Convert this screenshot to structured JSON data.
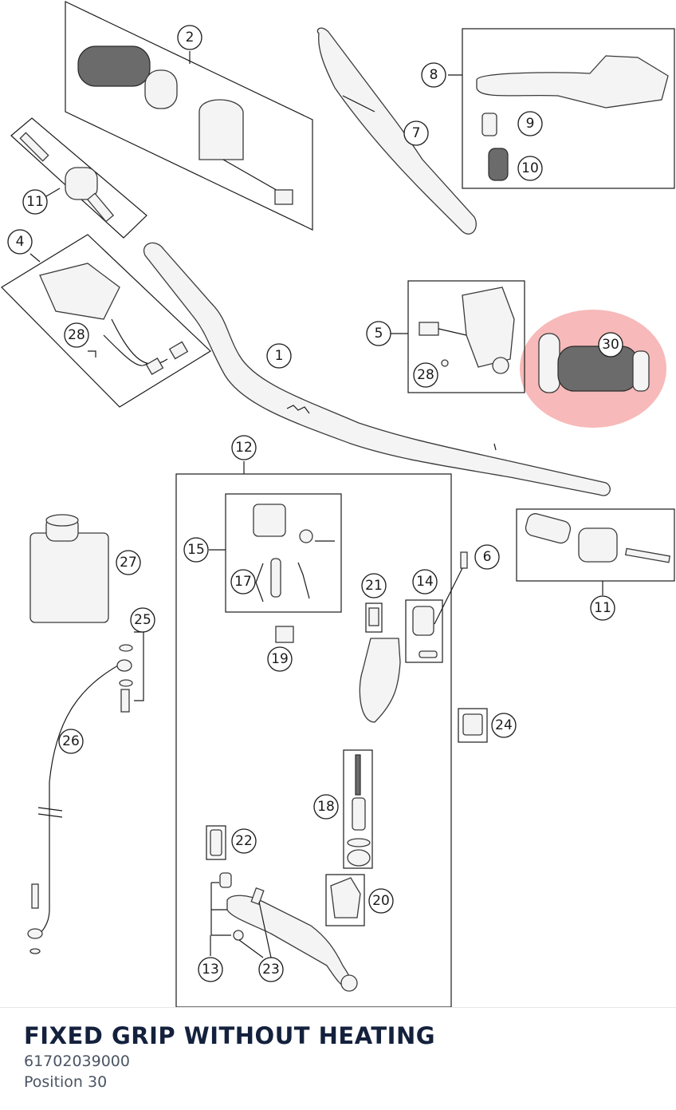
{
  "product": {
    "title": "FIXED GRIP WITHOUT HEATING",
    "part_number": "61702039000",
    "position_label": "Position 30"
  },
  "diagram": {
    "highlight_color": "#f08080",
    "callouts": [
      "1",
      "2",
      "4",
      "5",
      "6",
      "7",
      "8",
      "9",
      "10",
      "11",
      "11",
      "12",
      "13",
      "14",
      "15",
      "17",
      "18",
      "19",
      "20",
      "21",
      "22",
      "23",
      "24",
      "25",
      "26",
      "27",
      "28",
      "28",
      "30"
    ],
    "highlighted_callout": "30"
  }
}
